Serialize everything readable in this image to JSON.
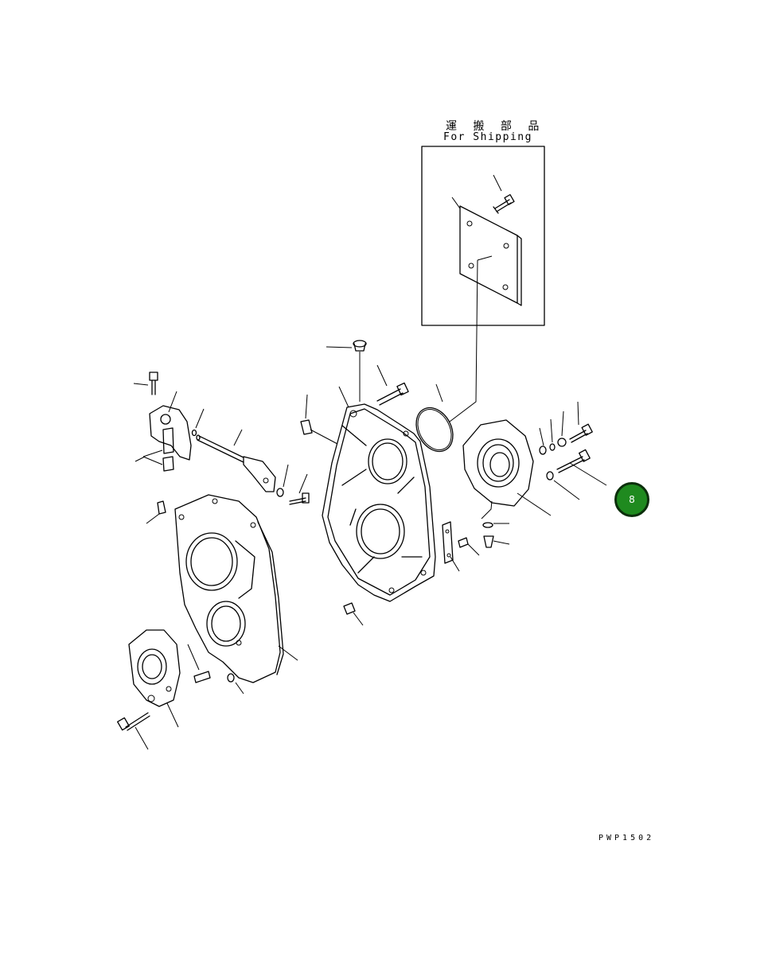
{
  "shipping_box": {
    "title_jp": "運 搬 部 品",
    "title_en": "For Shipping"
  },
  "drawing_code": "PWP1502",
  "callout_badge": {
    "label": "8",
    "color": "#1f8a1f"
  }
}
